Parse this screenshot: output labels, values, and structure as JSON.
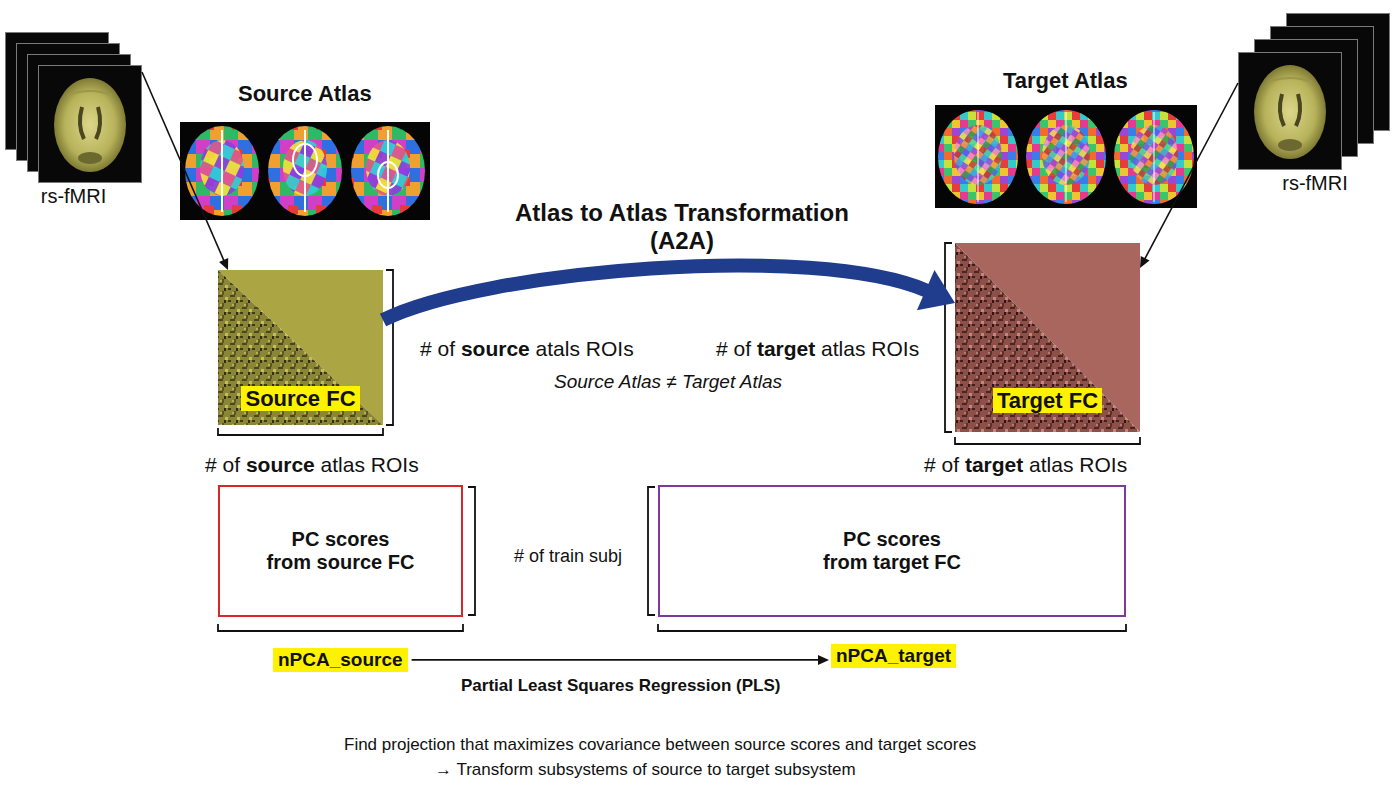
{
  "diagram": {
    "nodes": [
      {
        "text": [
          "rs-fMRI"
        ]
      },
      {
        "text": [
          "rs-fMRI"
        ]
      },
      {
        "text": [
          "Source FC"
        ]
      },
      {
        "text": [
          "Target FC"
        ]
      },
      {
        "text": [
          "PC scores from source FC"
        ]
      },
      {
        "text": [
          "PC scores from target FC"
        ]
      },
      {
        "text": [
          "nPCA_source"
        ]
      },
      {
        "text": [
          "nPCA_target"
        ]
      }
    ],
    "edges": [
      {
        "from": 0,
        "to": 2,
        "arrow": "to"
      },
      {
        "from": 1,
        "to": 3,
        "arrow": "to"
      },
      {
        "from": 2,
        "to": 3,
        "label": "Atlas to Atlas Transformation (A2A)",
        "arrow": "to"
      },
      {
        "from": 6,
        "to": 7,
        "label": "Partial Least Squares Regression (PLS)",
        "arrow": "to"
      }
    ],
    "labels": [
      "Source Atlas",
      "Target Atlas",
      "# of source atals ROIs",
      "# of target atlas ROIs",
      "Source Atlas ≠ Target Atlas",
      "# of source atlas ROIs",
      "# of target atlas ROIs",
      "# of train subj",
      "Find projection that maximizes covariance between source scores and target scores",
      "→ Transform subsystems of source to target subsystem"
    ]
  }
}
